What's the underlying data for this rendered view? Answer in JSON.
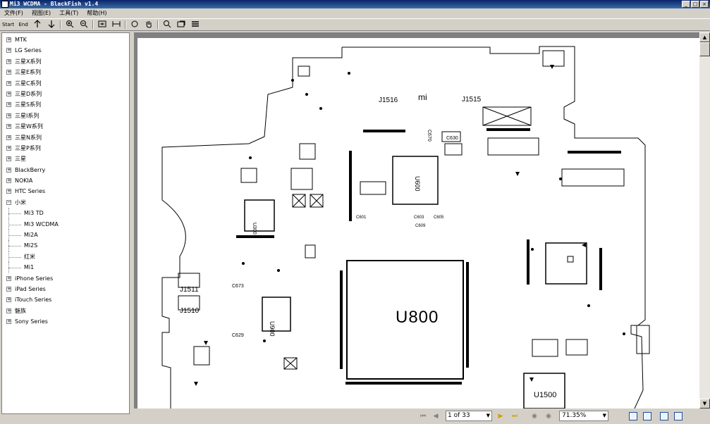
{
  "window": {
    "title": "Mi3 WCDMA - BlackFish v1.4"
  },
  "menu": [
    {
      "label": "文件(F)"
    },
    {
      "label": "视图(E)"
    },
    {
      "label": "工具(T)"
    },
    {
      "label": "帮助(H)"
    }
  ],
  "toolbar": {
    "start_label": "Start",
    "end_label": "End"
  },
  "sidebar": {
    "items": [
      {
        "label": "MTK",
        "expander": "+"
      },
      {
        "label": "LG Series",
        "expander": "+"
      },
      {
        "label": "三星X系列",
        "expander": "+"
      },
      {
        "label": "三星E系列",
        "expander": "+"
      },
      {
        "label": "三星C系列",
        "expander": "+"
      },
      {
        "label": "三星D系列",
        "expander": "+"
      },
      {
        "label": "三星S系列",
        "expander": "+"
      },
      {
        "label": "三星I系列",
        "expander": "+"
      },
      {
        "label": "三星W系列",
        "expander": "+"
      },
      {
        "label": "三星N系列",
        "expander": "+"
      },
      {
        "label": "三星P系列",
        "expander": "+"
      },
      {
        "label": "三星",
        "expander": "+"
      },
      {
        "label": "BlackBerry",
        "expander": "+"
      },
      {
        "label": "NOKIA",
        "expander": "+"
      },
      {
        "label": "HTC Series",
        "expander": "+"
      },
      {
        "label": "小米",
        "expander": "−"
      },
      {
        "label": "Mi3 TD",
        "child": true
      },
      {
        "label": "Mi3 WCDMA",
        "child": true
      },
      {
        "label": "Mi2A",
        "child": true
      },
      {
        "label": "Mi2S",
        "child": true
      },
      {
        "label": "红米",
        "child": true
      },
      {
        "label": "Mi1",
        "child": true
      },
      {
        "label": "iPhone Series",
        "expander": "+"
      },
      {
        "label": "iPad Series",
        "expander": "+"
      },
      {
        "label": "iTouch Series",
        "expander": "+"
      },
      {
        "label": "魅族",
        "expander": "+"
      },
      {
        "label": "Sony Series",
        "expander": "+"
      }
    ]
  },
  "board": {
    "labels": {
      "j1516": "J1516",
      "mi": "mi",
      "j1515": "J1515",
      "u800": "U800",
      "j1511": "J1511",
      "j1510": "J1510",
      "u1500": "U1500",
      "u900": "U900",
      "u600": "U600",
      "u300": "U300",
      "c630": "C630",
      "c670": "C670",
      "c673": "C673",
      "c601": "C601",
      "c603": "C603",
      "c609": "C609",
      "c605": "C605",
      "c629": "C629"
    }
  },
  "statusbar": {
    "page_indicator": "1 of 33",
    "zoom": "71.35%"
  },
  "colors": {
    "titlebar": "#0a246a",
    "chrome": "#d4d0c8",
    "page": "#ffffff",
    "viewer_bg": "#808080"
  }
}
